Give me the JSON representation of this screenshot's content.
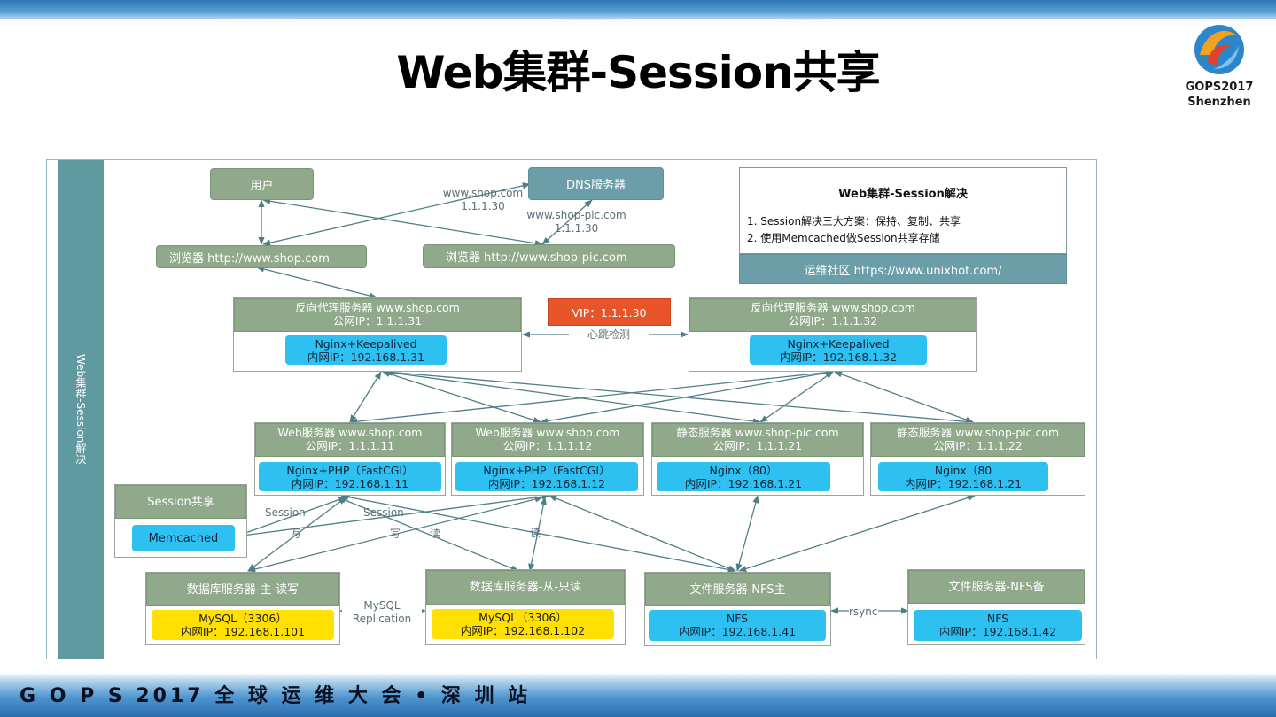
{
  "slide": {
    "title": "Web集群-Session共享",
    "footer": "G O P S 2017 全 球 运 维 大 会 • 深 圳 站",
    "logo_line1": "GOPS2017",
    "logo_line2": "Shenzhen"
  },
  "sidebar_label": "Web集群-Session解决",
  "nodes": {
    "user": "用户",
    "dns": "DNS服务器",
    "browser1": "浏览器  http://www.shop.com",
    "browser2": "浏览器  http://www.shop-pic.com",
    "dns_label1_line1": "www.shop.com",
    "dns_label1_line2": "1.1.1.30",
    "dns_label2_line1": "www.shop-pic.com",
    "dns_label2_line2": "1.1.1.30"
  },
  "info_box": {
    "title": "Web集群-Session解决",
    "line1": "1. Session解决三大方案：保持、复制、共享",
    "line2": "2. 使用Memcached做Session共享存储",
    "footer": "运维社区  https://www.unixhot.com/"
  },
  "proxies": [
    {
      "header1": "反向代理服务器  www.shop.com",
      "header2": "公网IP：1.1.1.31",
      "inner1": "Nginx+Keepalived",
      "inner2": "内网IP：192.168.1.31"
    },
    {
      "header1": "反向代理服务器  www.shop.com",
      "header2": "公网IP：1.1.1.32",
      "inner1": "Nginx+Keepalived",
      "inner2": "内网IP：192.168.1.32"
    }
  ],
  "vip": "VIP：1.1.1.30",
  "heartbeat": "心跳检测",
  "servers": [
    {
      "header1": "Web服务器  www.shop.com",
      "header2": "公网IP：1.1.1.11",
      "inner1": "Nginx+PHP（FastCGI）",
      "inner2": "内网IP：192.168.1.11"
    },
    {
      "header1": "Web服务器  www.shop.com",
      "header2": "公网IP：1.1.1.12",
      "inner1": "Nginx+PHP（FastCGI）",
      "inner2": "内网IP：192.168.1.12"
    },
    {
      "header1": "静态服务器  www.shop-pic.com",
      "header2": "公网IP：1.1.1.21",
      "inner1": "Nginx（80）",
      "inner2": "内网IP：192.168.1.21"
    },
    {
      "header1": "静态服务器  www.shop-pic.com",
      "header2": "公网IP：1.1.1.22",
      "inner1": "Nginx（80",
      "inner2": "内网IP：192.168.1.21"
    }
  ],
  "session_box": {
    "header": "Session共享",
    "inner": "Memcached"
  },
  "edge_labels": {
    "session1": "Session",
    "session2": "Session",
    "write1": "写",
    "write2": "写",
    "read1": "读",
    "read2": "读",
    "mysql_rep_line1": "MySQL",
    "mysql_rep_line2": "Replication",
    "rsync": "rsync"
  },
  "db_master": {
    "header": "数据库服务器-主-读写",
    "inner1": "MySQL（3306）",
    "inner2": "内网IP：192.168.1.101"
  },
  "db_slave": {
    "header": "数据库服务器-从-只读",
    "inner1": "MySQL（3306）",
    "inner2": "内网IP：192.168.1.102"
  },
  "nfs_master": {
    "header": "文件服务器-NFS主",
    "inner1": "NFS",
    "inner2": "内网IP：192.168.1.41"
  },
  "nfs_backup": {
    "header": "文件服务器-NFS备",
    "inner1": "NFS",
    "inner2": "内网IP：192.168.1.42"
  },
  "colors": {
    "green": "#8fa98a",
    "teal": "#6b9ea9",
    "cyan": "#2ec0f0",
    "yellow": "#ffe000",
    "vip": "#e8542a",
    "line": "#4f7f86"
  }
}
